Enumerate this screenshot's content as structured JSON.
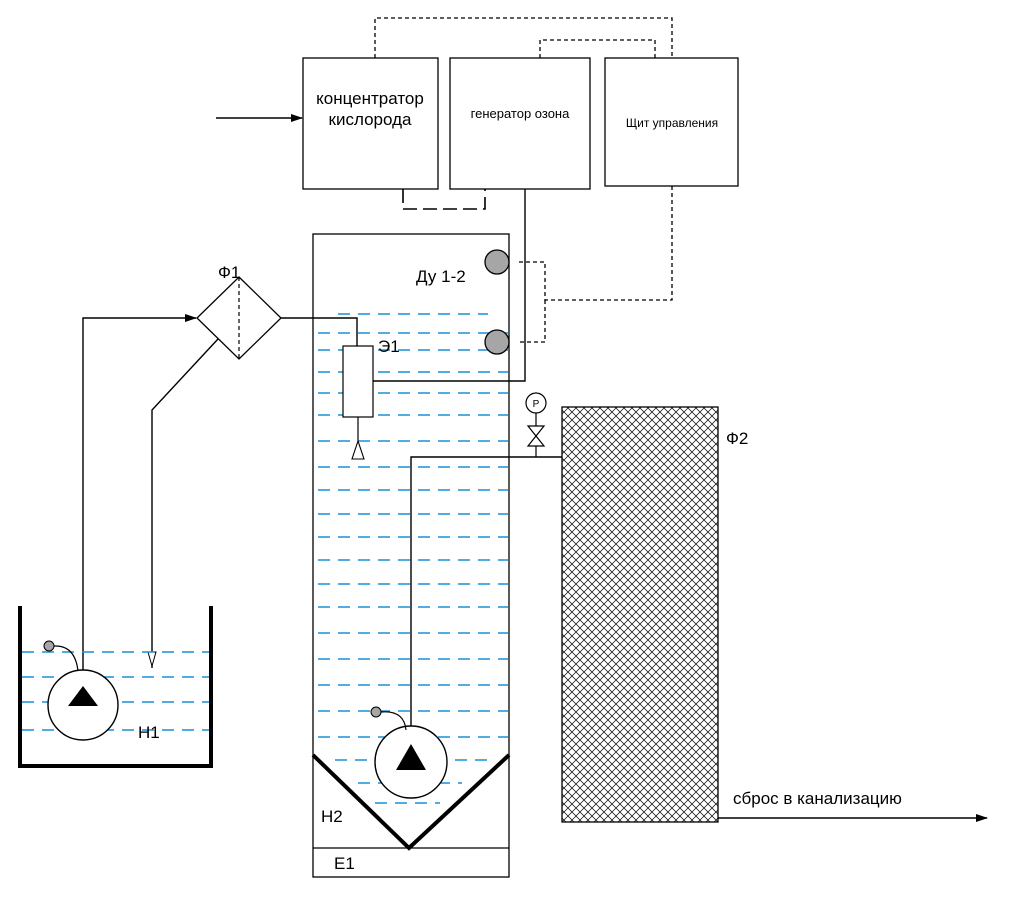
{
  "equipment": {
    "oxygen_concentrator": {
      "line1": "концентратор",
      "line2": "кислорода"
    },
    "ozone_generator": {
      "label": "генератор озона"
    },
    "control_panel": {
      "label": "Щит управления"
    }
  },
  "tags": {
    "filter1": "Ф1",
    "filter2": "Ф2",
    "level_sensors": "Ду 1-2",
    "ejector": "Э1",
    "pump1": "Н1",
    "pump2": "Н2",
    "tank": "Е1",
    "pressure_gauge": "P"
  },
  "outlet": {
    "label": "сброс в канализацию"
  },
  "colors": {
    "water": "#1a8fd8",
    "line": "#000000"
  }
}
